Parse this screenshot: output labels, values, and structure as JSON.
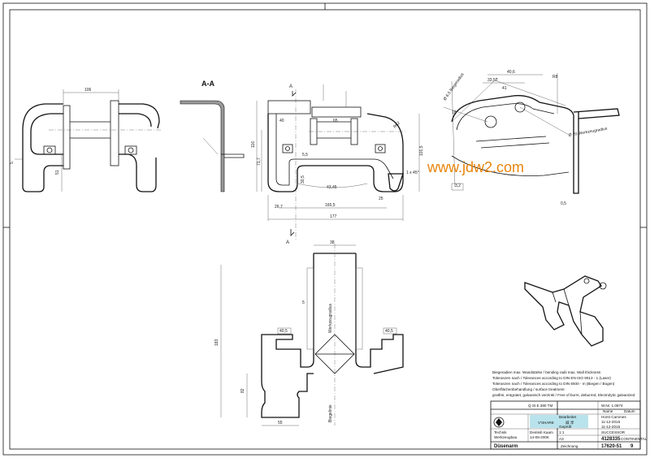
{
  "watermark": {
    "text": "www.jdw2.com",
    "color": "#e8850c",
    "logo_word": "V'SHARE",
    "logo_cn": "威 享"
  },
  "section_label": "A-A",
  "section_marker": "A",
  "dims": {
    "left_width": "106",
    "left_height": "51",
    "left_small": "5",
    "mid_overall": "177",
    "mid_inner": "165,5",
    "mid_h1": "116",
    "mid_h2": "71,7",
    "mid_h3": "30,5",
    "mid_top1": "40",
    "mid_top2": "65",
    "mid_r": "43,45",
    "mid_v1": "26,7",
    "mid_v2": "5,5",
    "mid_r2": "R62",
    "mid_h4": "101,5",
    "mid_ang": "1 x 45°",
    "mid_rt": "25",
    "right_a": "40,6",
    "right_b": "33,52",
    "right_c": "41",
    "right_d": "R8",
    "right_e": "18",
    "right_f": "3,2",
    "right_g": "0,5",
    "right_lbl1": "Ø 6,5 Biegeradius",
    "right_lbl2": "Ø 20 Werkzeugradius",
    "bottom_top": "38",
    "bottom_left": "40,5",
    "bottom_right": "40,5",
    "bottom_h": "183",
    "bottom_h2": "82",
    "bottom_w": "55",
    "bottom_small": "5",
    "bottom_v1": "Werkzeugradius",
    "bottom_v2": "Biegelinie"
  },
  "notes": {
    "line1": "Biegeradien max. Wandstärke / bending radii max. Wall thickness",
    "line2": "Toleranzen nach / Tolerances according to DIN EN ISO 9013 - 1 (Laser)",
    "line3": "Toleranzen nach / Tolerances according to DIN 6930 - m (Biegen / Bogen)",
    "line4": "Oberflächenbehandlung / surface treatment",
    "line5": "gratfrei, entgratet, galvanisch verzinkt / Free of burrs, deburred, Electrolytic galvanized"
  },
  "title_block": {
    "material": "Q St E 380 TM",
    "wnr": "W.Nr. 1.0974",
    "name_hdr": "Name",
    "date_hdr": "Datum",
    "bearb_lbl": "Bearbeitet",
    "bearb_name": "Horst Cammes",
    "bearb_date": "11-12-2015",
    "gepr_lbl": "Geprüft",
    "gepr_date": "11-12-2015",
    "succ": "SUCCESSOR",
    "mass": "1:1",
    "format": "A3",
    "number": "4128335",
    "brand": "CONTINENTAL",
    "dept": "Technik",
    "dept2": "Werkzeugbau",
    "person": "Deinleb Kaam",
    "person_date": "14-08-2006",
    "sheet_no": "17620-51",
    "sheet_lbl": "Zeichnung",
    "rev": "9",
    "part": "Düsenarm"
  }
}
